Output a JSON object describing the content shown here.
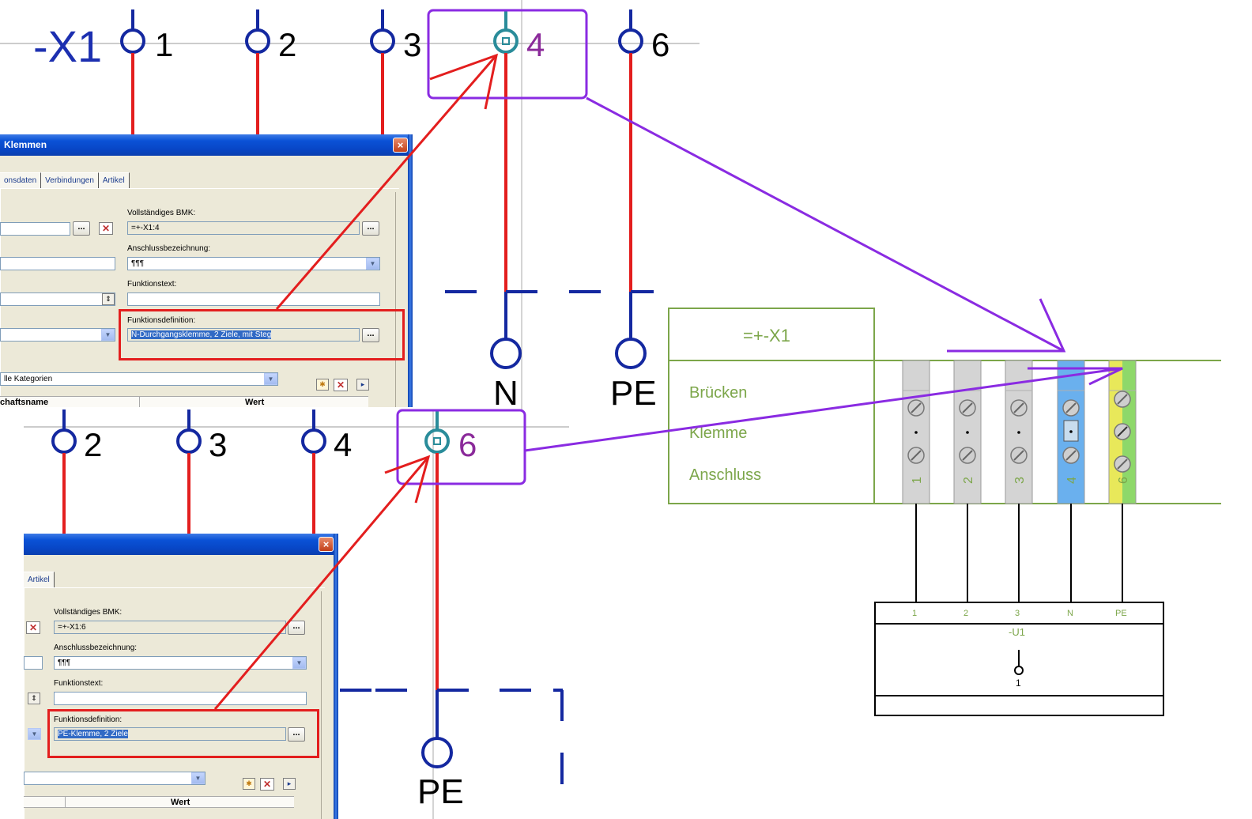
{
  "schematic_top": {
    "device_tag": "-X1",
    "terminals": [
      "1",
      "2",
      "3",
      "4",
      "6"
    ],
    "terminal_bottom_labels": [
      "N",
      "PE"
    ]
  },
  "schematic_bottom": {
    "terminals": [
      "2",
      "3",
      "4",
      "6"
    ],
    "terminal_bottom_label": "PE"
  },
  "dialog_top": {
    "title": "Klemmen",
    "tabs": [
      "onsdaten",
      "Verbindungen",
      "Artikel"
    ],
    "full_bmk_label": "Vollständiges BMK:",
    "full_bmk_value": "=+-X1:4",
    "connection_label": "Anschlussbezeichnung:",
    "connection_value": "¶¶¶",
    "function_text_label": "Funktionstext:",
    "function_text_value": "",
    "function_def_label": "Funktionsdefinition:",
    "function_def_value": "N-Durchgangsklemme, 2 Ziele, mit Steg",
    "category_value": "lle Kategorien",
    "col_name": "chaftsname",
    "col_value": "Wert",
    "browse": "...",
    "close": "×"
  },
  "dialog_bottom": {
    "tabs": [
      "Artikel"
    ],
    "full_bmk_label": "Vollständiges BMK:",
    "full_bmk_value": "=+-X1:6",
    "connection_label": "Anschlussbezeichnung:",
    "connection_value": "¶¶¶",
    "function_text_label": "Funktionstext:",
    "function_text_value": "",
    "function_def_label": "Funktionsdefinition:",
    "function_def_value": "PE-Klemme, 2 Ziele",
    "col_value": "Wert",
    "browse": "...",
    "close": "×"
  },
  "terminal_strip": {
    "header": "=+-X1",
    "row_labels": [
      "Brücken",
      "Klemme",
      "Anschluss"
    ],
    "terminal_numbers": [
      "1",
      "2",
      "3",
      "4",
      "6"
    ]
  },
  "device_box": {
    "pin_labels": [
      "1",
      "2",
      "3",
      "N",
      "PE"
    ],
    "tag": "-U1",
    "inner_pin": "1"
  },
  "colors": {
    "wire_blue": "#1428a0",
    "wire_red": "#e31e1e",
    "highlight_purple": "#8a2be2",
    "strip_green": "#7ca64a",
    "terminal_gray": "#d4d4d4",
    "terminal_blue": "#6ab0ee",
    "terminal_yellow": "#e8e85a",
    "terminal_green": "#8ed86a",
    "teal": "#2a8c9a"
  }
}
